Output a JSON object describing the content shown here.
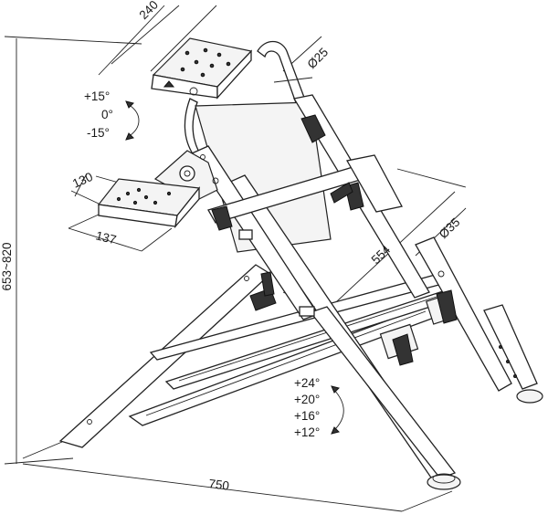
{
  "dimensions": {
    "top_plate_width": "240",
    "top_tube_diameter": "Ø25",
    "tilt_angles": [
      "+15°",
      "0°",
      "-15°"
    ],
    "shifter_plate_depth": "130",
    "shifter_plate_width": "137",
    "side_tube_length": "554",
    "main_tube_diameter": "Ø35",
    "height_range": "653~820",
    "pedal_angles": [
      "+24°",
      "+20°",
      "+16°",
      "+12°"
    ],
    "base_length": "750"
  }
}
